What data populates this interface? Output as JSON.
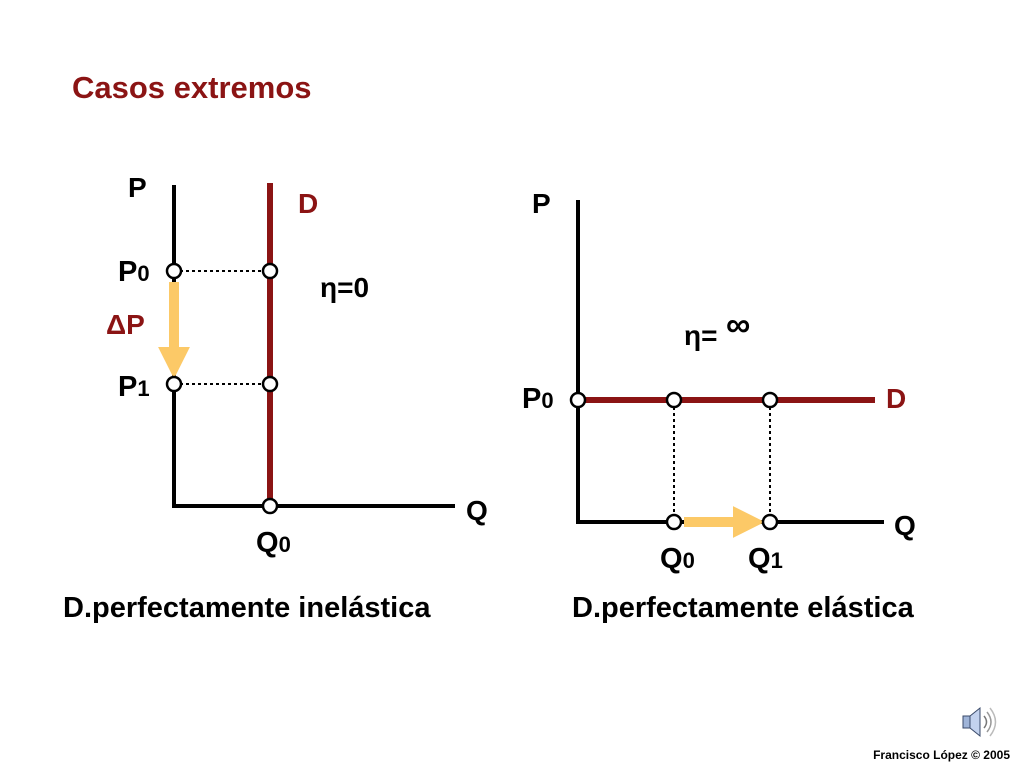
{
  "title": "Casos extremos",
  "colors": {
    "demand": "#8b1414",
    "arrow": "#fcc967",
    "axis": "#000000"
  },
  "left_diagram": {
    "axis_y_label": "P",
    "axis_x_label": "Q",
    "curve_label": "D",
    "elasticity_label": "η=0",
    "price_high": {
      "main": "P",
      "sub": "0"
    },
    "price_low": {
      "main": "P",
      "sub": "1"
    },
    "price_change_label": "ΔP",
    "quantity": {
      "main": "Q",
      "sub": "0"
    },
    "caption": "D.perfectamente inelástica"
  },
  "right_diagram": {
    "axis_y_label": "P",
    "axis_x_label": "Q",
    "curve_label": "D",
    "elasticity_label": "η=",
    "elasticity_symbol": "∞",
    "price": {
      "main": "P",
      "sub": "0"
    },
    "quantity_a": {
      "main": "Q",
      "sub": "0"
    },
    "quantity_b": {
      "main": "Q",
      "sub": "1"
    },
    "caption": "D.perfectamente elástica"
  },
  "footer": "Francisco López © 2005",
  "speaker_icon": "speaker-icon"
}
